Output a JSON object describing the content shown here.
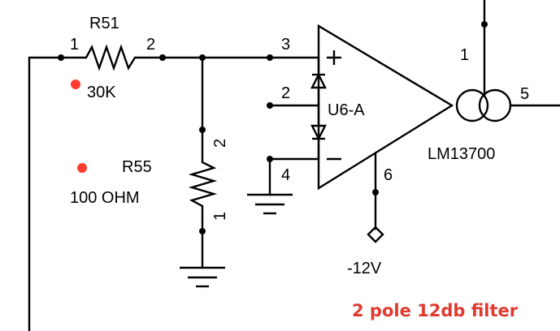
{
  "components": {
    "r51": {
      "ref": "R51",
      "value": "30K",
      "pin1": "1",
      "pin2": "2"
    },
    "r55": {
      "ref": "R55",
      "value": "100 OHM",
      "pin1": "1",
      "pin2": "2"
    },
    "opamp": {
      "ref": "U6-A",
      "pin_plus": "3",
      "pin_mid": "2",
      "pin_minus": "4",
      "pin_supply": "6"
    },
    "ota": {
      "part": "LM13700",
      "pin_top": "1",
      "pin_right": "5"
    }
  },
  "supply": {
    "label": "-12V"
  },
  "annotation": {
    "text": "2 pole 12db filter"
  },
  "colors": {
    "wire": "#000000",
    "annotation": "#e03a2e",
    "marker": "#ff3b30"
  }
}
